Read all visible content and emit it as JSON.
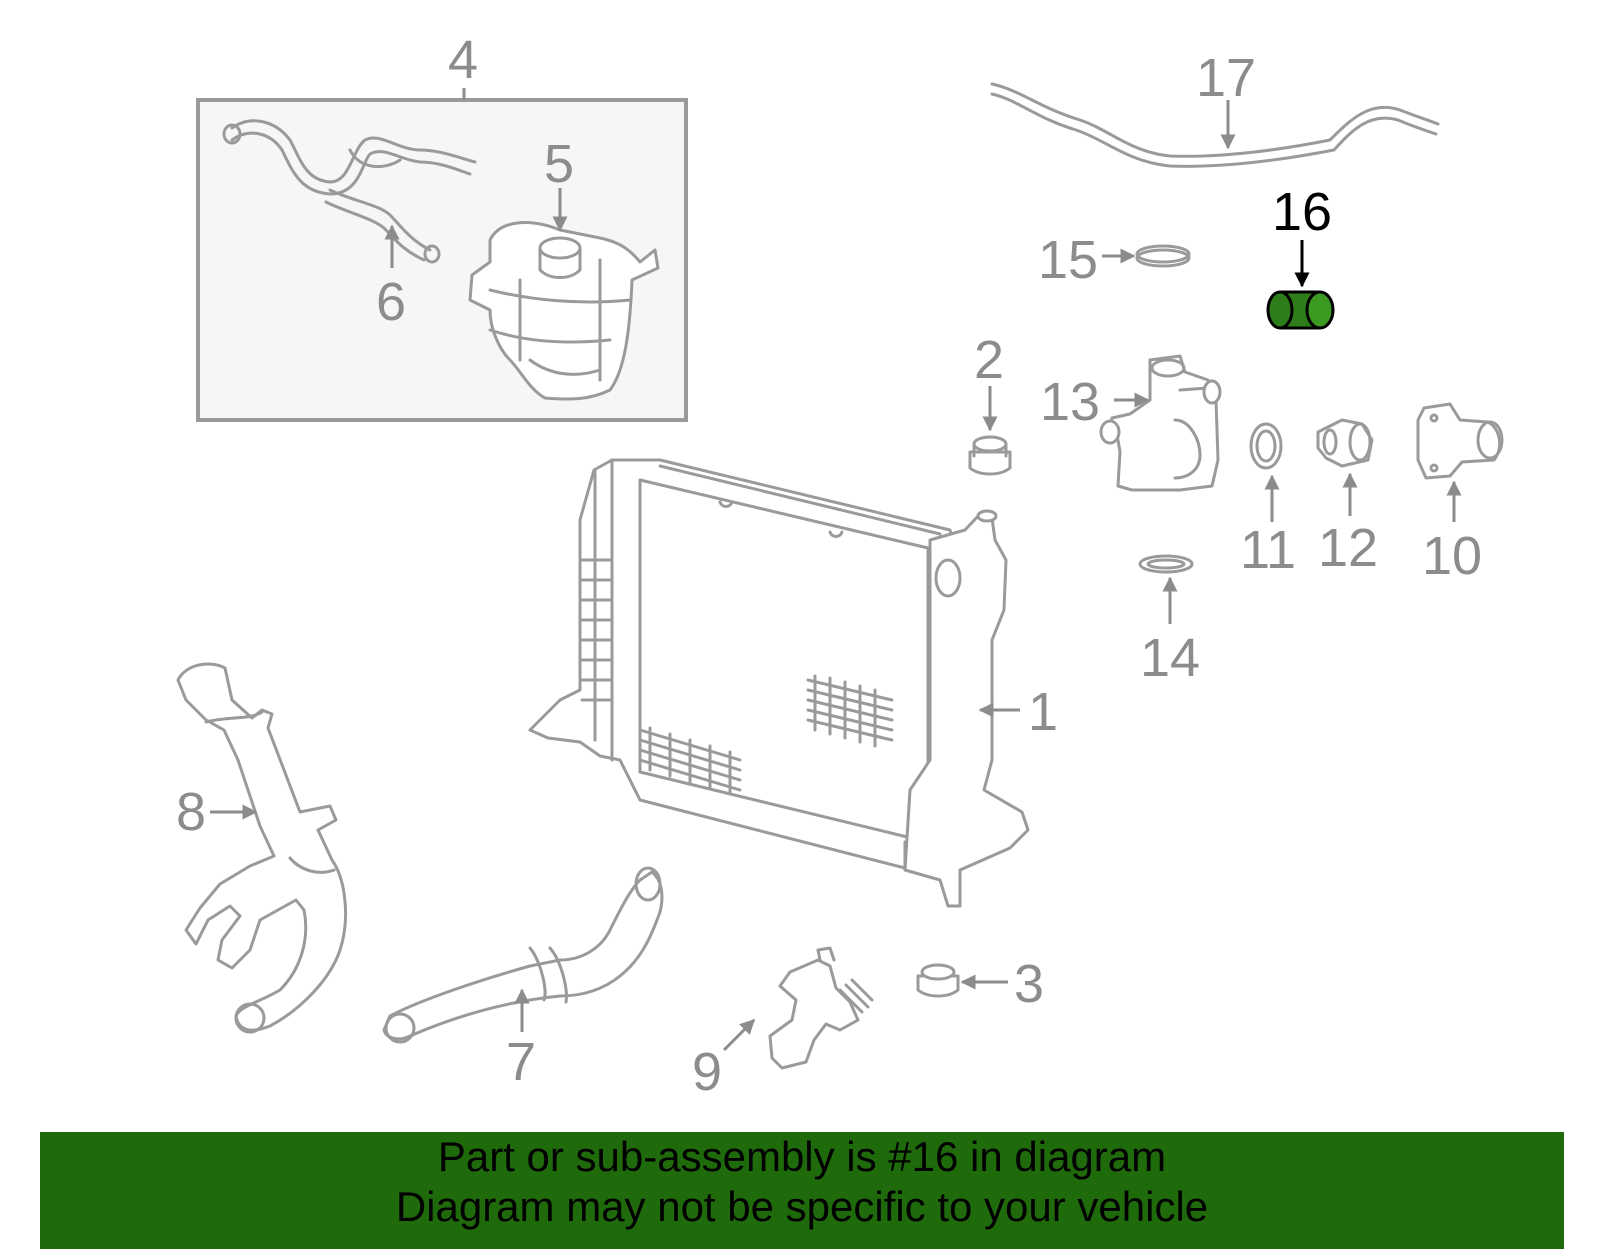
{
  "callouts": {
    "c1": "1",
    "c2": "2",
    "c3": "3",
    "c4": "4",
    "c5": "5",
    "c6": "6",
    "c7": "7",
    "c8": "8",
    "c9": "9",
    "c10": "10",
    "c11": "11",
    "c12": "12",
    "c13": "13",
    "c14": "14",
    "c15": "15",
    "c16": "16",
    "c17": "17"
  },
  "highlighted_part": "16",
  "colors": {
    "highlight_part": "#2e7d1a",
    "banner": "#1f6b0c",
    "line_art": "#9a9a9a",
    "callout_text": "#8c8c8c"
  },
  "banner": {
    "line1": "Part or sub-assembly is #16 in diagram",
    "line2": "Diagram may not be specific to your vehicle"
  }
}
